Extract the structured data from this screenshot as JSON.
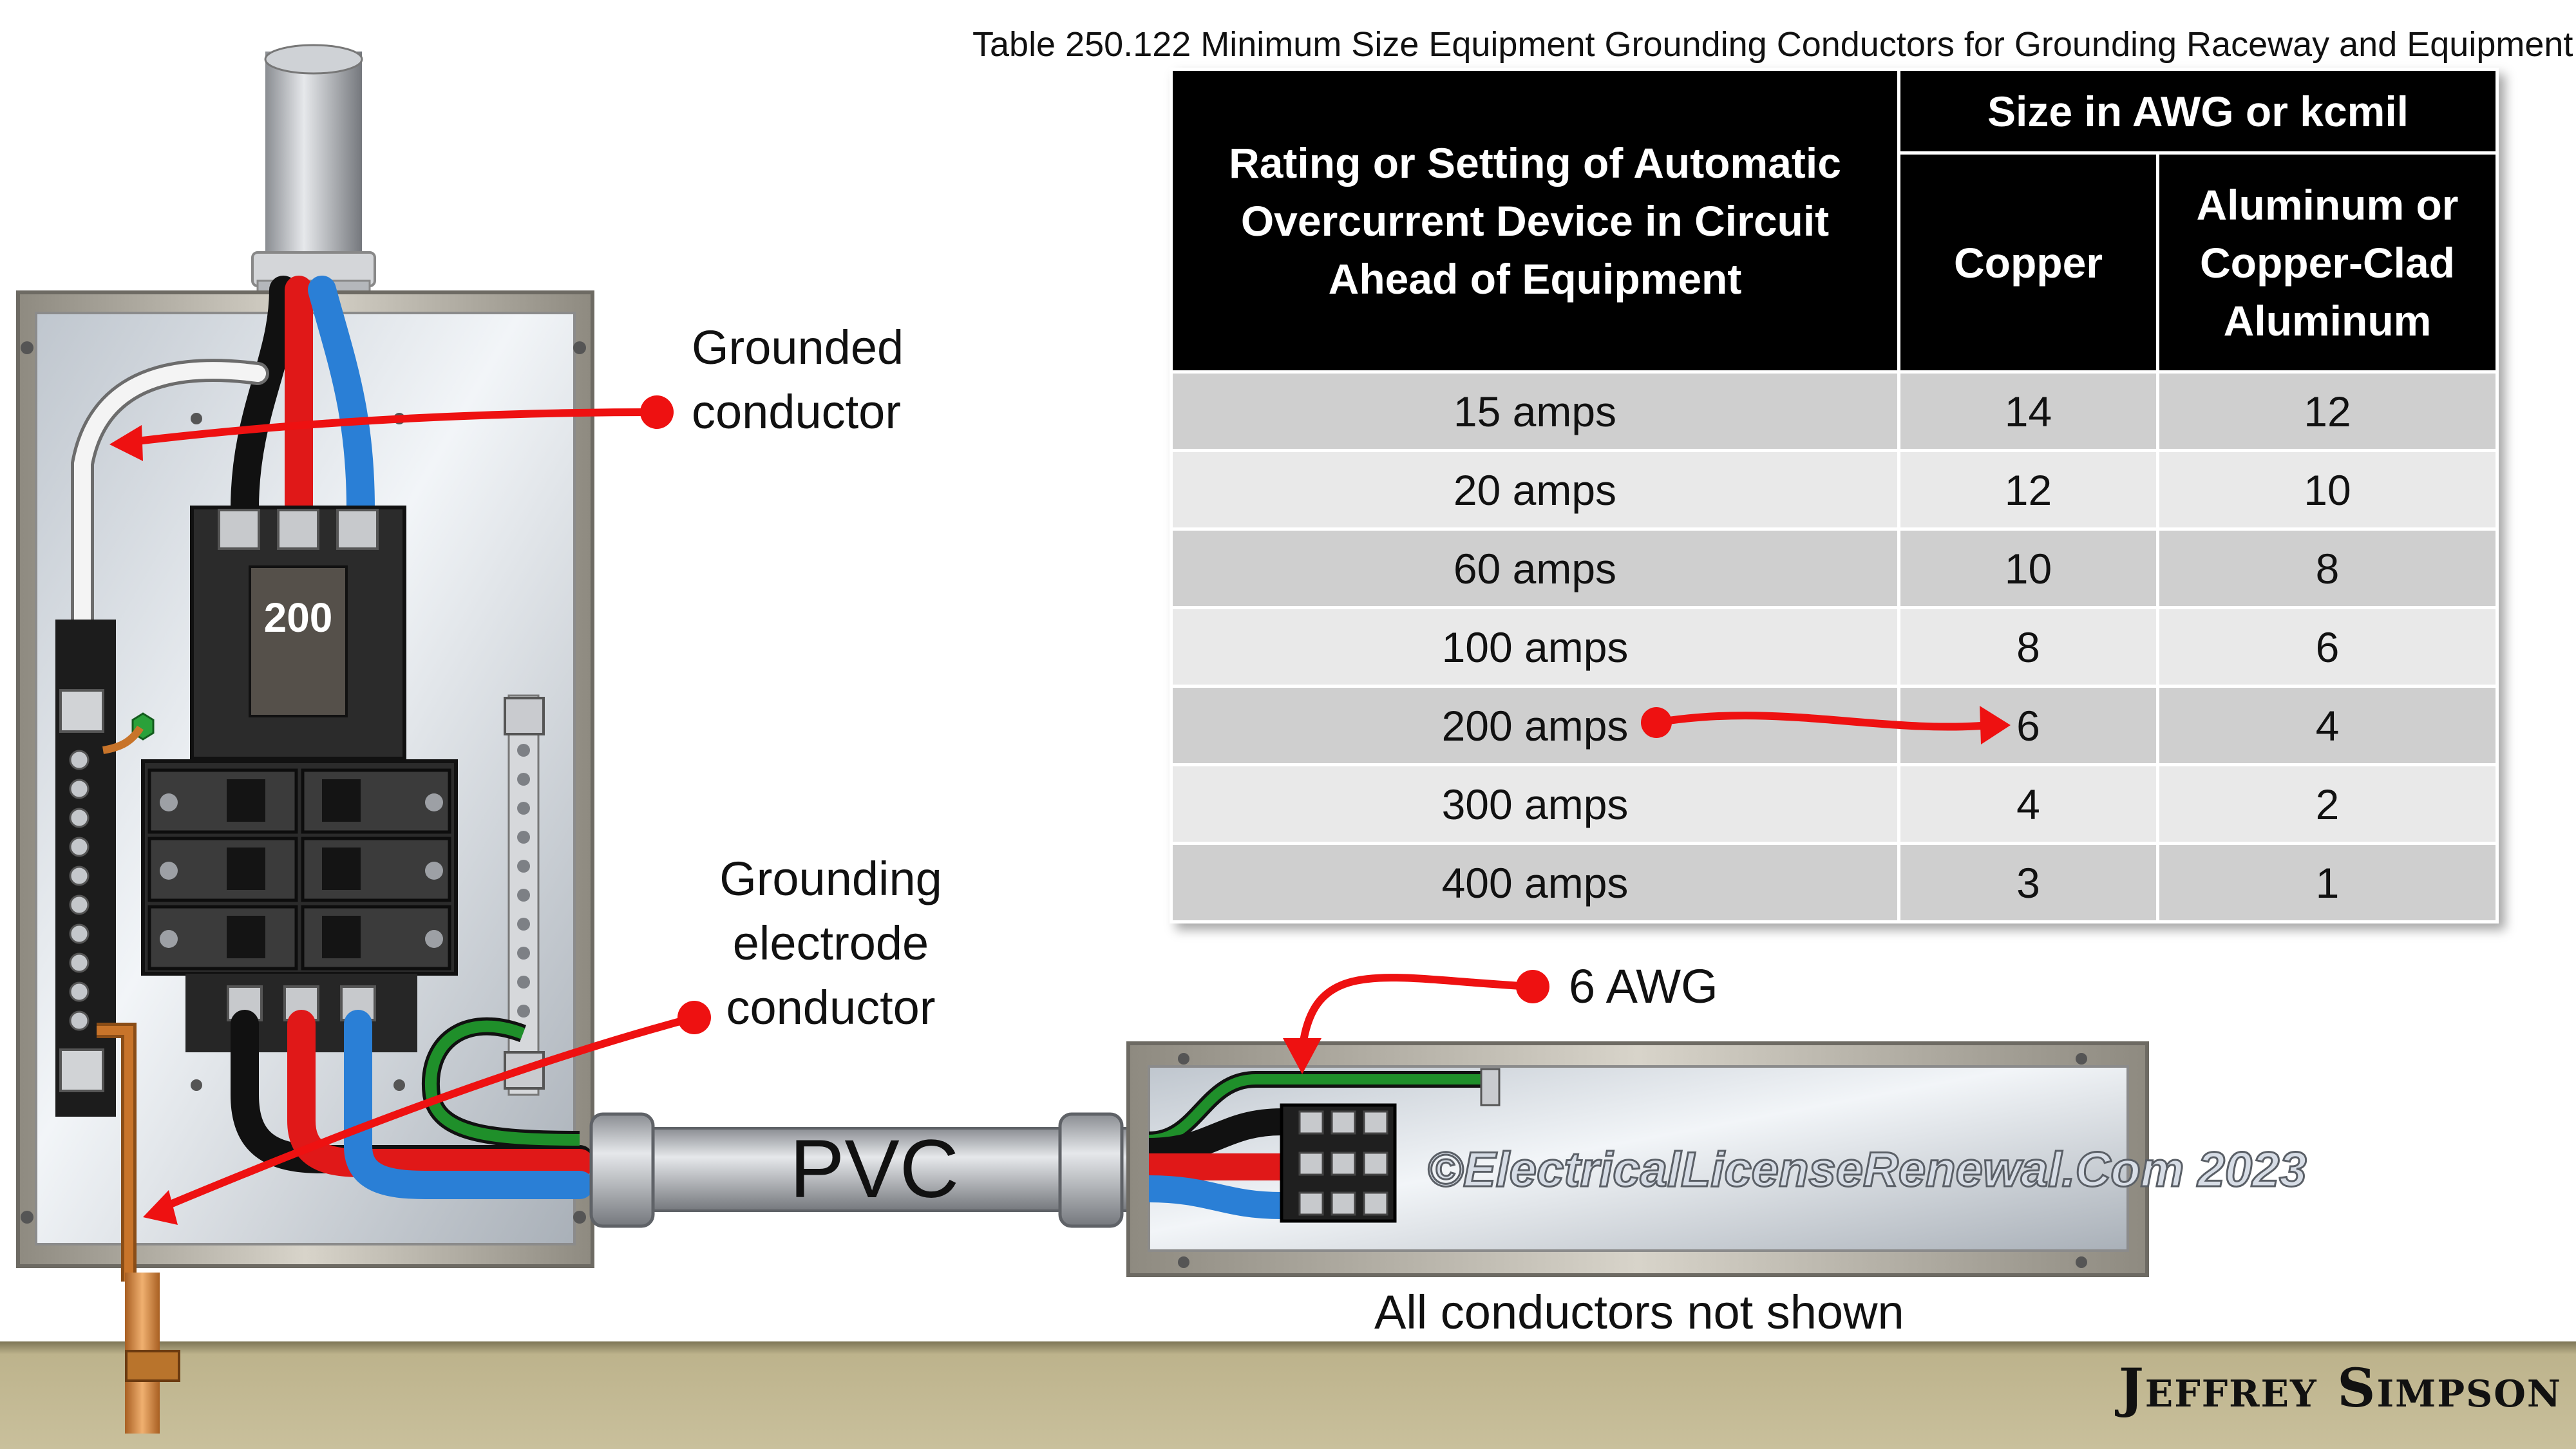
{
  "callouts": {
    "grounded": [
      "Grounded",
      "conductor"
    ],
    "gec": [
      "Grounding",
      "electrode",
      "conductor"
    ],
    "awg6": "6 AWG",
    "not_shown": "All conductors not shown"
  },
  "panel": {
    "breaker_rating": "200"
  },
  "conduit": {
    "label": "PVC"
  },
  "watermark": "©ElectricalLicenseRenewal.Com 2023",
  "signature": "Jeffrey Simpson",
  "table": {
    "caption": "Table 250.122 Minimum Size Equipment Grounding Conductors for Grounding Raceway and Equipment",
    "header": {
      "rating": "Rating or Setting of Automatic Overcurrent Device in Circuit Ahead of Equipment",
      "size_group": "Size in AWG or kcmil",
      "copper": "Copper",
      "aluminum": "Aluminum or Copper-Clad Aluminum"
    },
    "rows": [
      {
        "rating": "15 amps",
        "copper": "14",
        "aluminum": "12"
      },
      {
        "rating": "20 amps",
        "copper": "12",
        "aluminum": "10"
      },
      {
        "rating": "60 amps",
        "copper": "10",
        "aluminum": "8"
      },
      {
        "rating": "100 amps",
        "copper": "8",
        "aluminum": "6"
      },
      {
        "rating": "200 amps",
        "copper": "6",
        "aluminum": "4",
        "highlighted": true
      },
      {
        "rating": "300 amps",
        "copper": "4",
        "aluminum": "2"
      },
      {
        "rating": "400 amps",
        "copper": "3",
        "aluminum": "1"
      }
    ]
  },
  "colors": {
    "arrow": "#ee1111",
    "hot_black": "#111111",
    "hot_red": "#e01818",
    "hot_blue": "#2a7fd6",
    "neutral_white": "#f4f4f4",
    "ground_green": "#1f8f2a",
    "copper": "#c8742a",
    "ground_floor": "#b9ae86"
  }
}
